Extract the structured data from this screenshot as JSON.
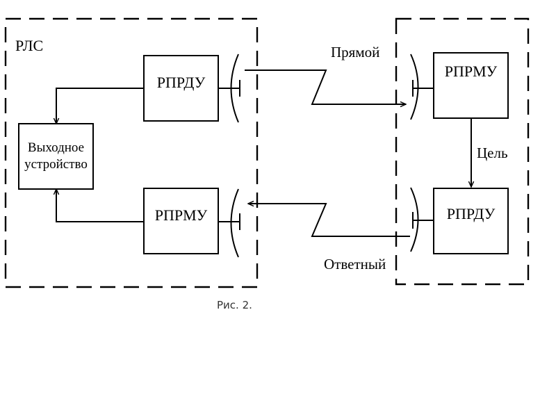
{
  "diagram": {
    "left_region_label": "РЛС",
    "blocks": {
      "output_device": "Выходное устройство",
      "left_transmitter": "РПРДУ",
      "left_receiver": "РПРМУ",
      "right_receiver": "РПРМУ",
      "right_transmitter": "РПРДУ"
    },
    "links": {
      "direct": "Прямой",
      "response": "Ответный",
      "target": "Цель"
    }
  },
  "caption": "Рис. 2."
}
